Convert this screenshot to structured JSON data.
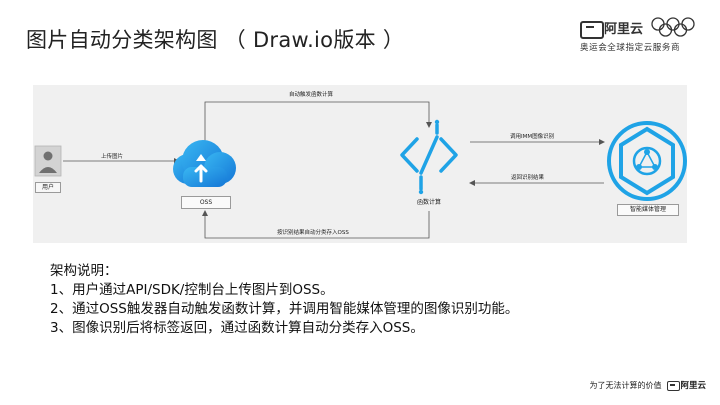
{
  "title": "图片自动分类架构图 （ Draw.io版本 ）",
  "brand": {
    "name": "阿里云",
    "subtitle": "奥运会全球指定云服务商"
  },
  "diagram": {
    "nodes": {
      "user": "用户",
      "oss": "OSS",
      "function_compute": "函数计算",
      "imm": "智能媒体管理"
    },
    "edges": {
      "upload": "上传图片",
      "trigger": "自动触发函数计算",
      "call_imm": "调用IMM图像识别",
      "return_result": "返回识别结果",
      "store": "按识别结果自动分类存入OSS"
    },
    "colors": {
      "accent": "#1fa3e6",
      "line": "#555555",
      "placeholder": "#d3d3d3"
    },
    "icons": [
      "user-placeholder-icon",
      "oss-cloud-upload-icon",
      "function-compute-icon",
      "imm-hexagon-icon"
    ]
  },
  "description": {
    "heading": "架构说明：",
    "items": [
      "1、用户通过API/SDK/控制台上传图片到OSS。",
      "2、通过OSS触发器自动触发函数计算，并调用智能媒体管理的图像识别功能。",
      "3、图像识别后将标签返回，通过函数计算自动分类存入OSS。"
    ]
  },
  "footer": {
    "slogan": "为了无法计算的价值",
    "brand": "阿里云"
  }
}
